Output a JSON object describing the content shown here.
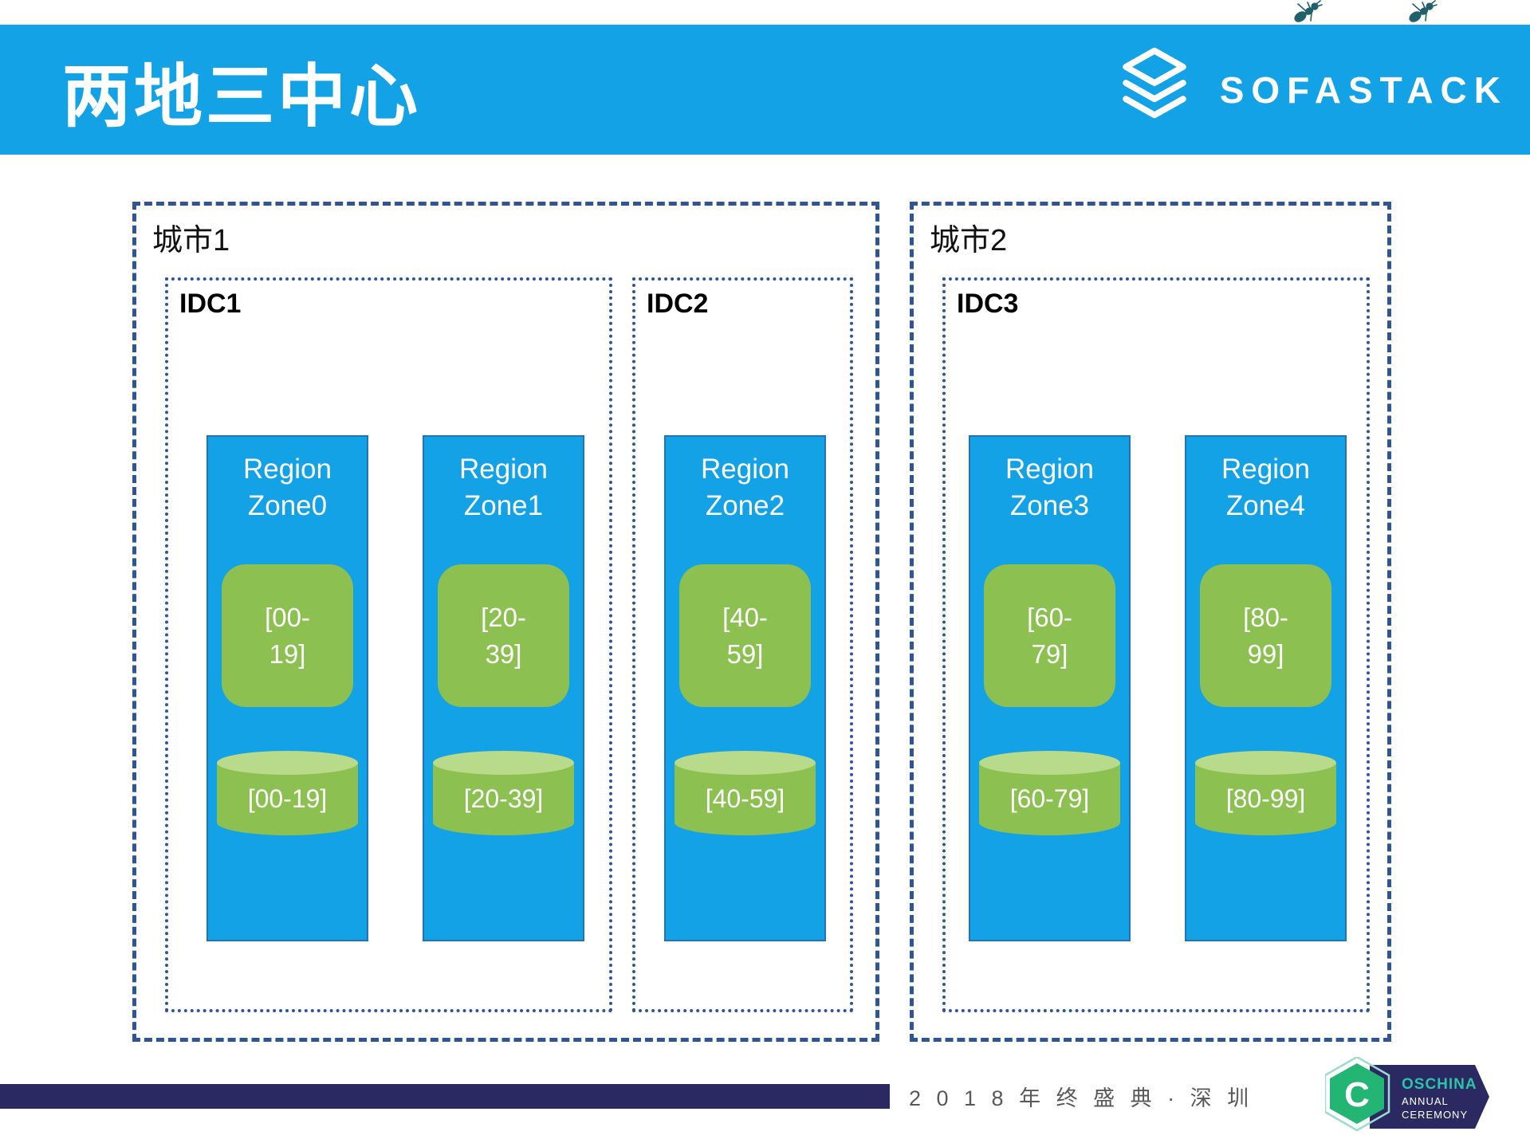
{
  "header": {
    "title": "两地三中心",
    "brand": "SOFASTACK"
  },
  "diagram": {
    "cities": [
      {
        "label": "城市1",
        "idcs": [
          {
            "label": "IDC1",
            "zones": [
              {
                "region_label": "Region",
                "zone_label": "Zone0",
                "shard_top": "[00-",
                "shard_bottom": "19]",
                "db_range": "[00-19]"
              },
              {
                "region_label": "Region",
                "zone_label": "Zone1",
                "shard_top": "[20-",
                "shard_bottom": "39]",
                "db_range": "[20-39]"
              }
            ]
          },
          {
            "label": "IDC2",
            "zones": [
              {
                "region_label": "Region",
                "zone_label": "Zone2",
                "shard_top": "[40-",
                "shard_bottom": "59]",
                "db_range": "[40-59]"
              }
            ]
          }
        ]
      },
      {
        "label": "城市2",
        "idcs": [
          {
            "label": "IDC3",
            "zones": [
              {
                "region_label": "Region",
                "zone_label": "Zone3",
                "shard_top": "[60-",
                "shard_bottom": "79]",
                "db_range": "[60-79]"
              },
              {
                "region_label": "Region",
                "zone_label": "Zone4",
                "shard_top": "[80-",
                "shard_bottom": "99]",
                "db_range": "[80-99]"
              }
            ]
          }
        ]
      }
    ]
  },
  "footer": {
    "event_text": "2 0 1 8 年 终 盛 典 · 深 圳",
    "oschina": {
      "letter": "C",
      "line1": "OSCHINA",
      "line2": "ANNUAL",
      "line3": "CEREMONY"
    }
  },
  "colors": {
    "header_blue": "#12A2E5",
    "zone_blue": "#12A2E5",
    "shard_green": "#8CC050",
    "cylinder_top_green": "#B7DA8B",
    "border_navy": "#2F5597",
    "footer_navy": "#2B2961",
    "oschina_teal": "#22B573"
  }
}
